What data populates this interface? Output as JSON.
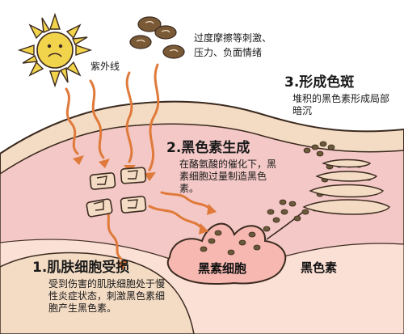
{
  "labels": {
    "uv": "紫外线",
    "friction": {
      "line1": "过度摩擦等刺激、",
      "line2": "压力、负面情绪"
    },
    "step1": {
      "title": "1.肌肤细胞受损",
      "body": "受到伤害的肌肤细胞处于慢性炎症状态，刺激黑色素细胞产生黑色素。"
    },
    "step2": {
      "title": "2.黑色素生成",
      "body": "在酪氨酸的催化下，黑素细胞过量制造黑色素。"
    },
    "step3": {
      "title": "3.形成色斑",
      "body": "堆积的黑色素形成局部暗沉"
    },
    "melanocyte": "黑素细胞",
    "melanin": "黑色素"
  },
  "colors": {
    "skin_surface": "#f4dcc4",
    "skin_layer": "#f3c8c6",
    "dermis": "#fbe0d6",
    "outline": "#3b2a1f",
    "arrow": "#e07a3a",
    "sun": "#f2d34c",
    "melanin_dot": "#6b5a3a",
    "cell_fill": "#f6b8b0"
  },
  "icons": {
    "sun": "sun-icon",
    "pressure": "pressure-stones-icon"
  }
}
